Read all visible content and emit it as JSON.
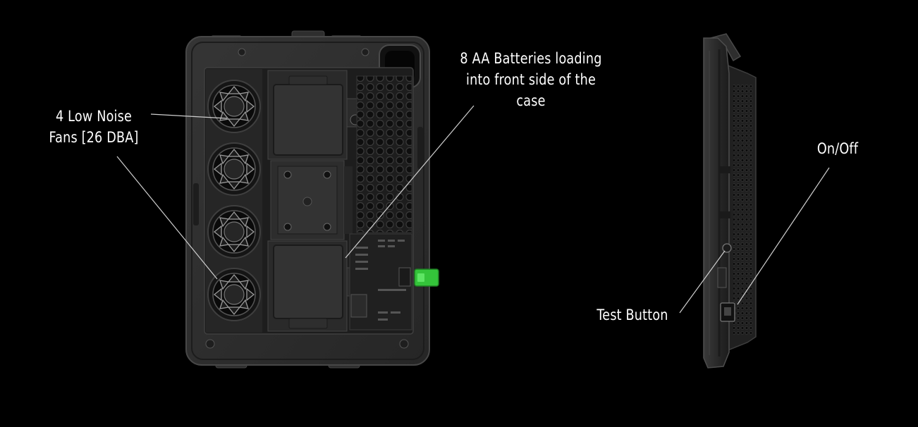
{
  "callouts": {
    "fans": {
      "line1": "4 Low Noise",
      "line2": "Fans [26 DBA]"
    },
    "batteries": {
      "line1": "8 AA Batteries loading",
      "line2": "into front side of the",
      "line3": "case"
    },
    "on_off": {
      "text": "On/Off"
    },
    "test_button": {
      "text": "Test Button"
    }
  },
  "colors": {
    "background": "#000000",
    "case_body": "#2b2b2b",
    "case_inner": "#1f1f1f",
    "accent_green": "#34c43a",
    "leader_line": "#cfcfcf",
    "label_text": "#ffffff"
  },
  "icons": {
    "fan": "fan-icon",
    "battery_compartment": "battery-icon",
    "switch": "switch-icon",
    "button": "push-button-icon"
  }
}
